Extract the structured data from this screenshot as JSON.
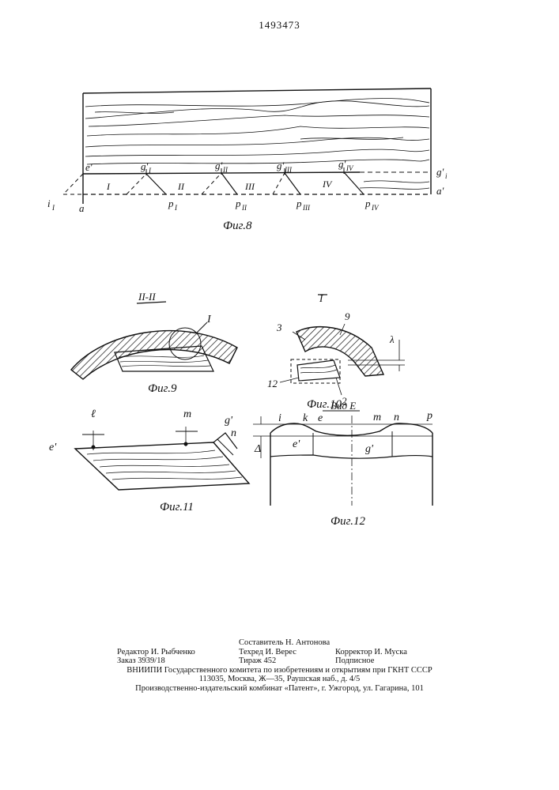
{
  "page_number": "1493473",
  "figures": {
    "fig8": {
      "caption": "Фиг.8",
      "labels": {
        "e": "e'",
        "g1": "g'",
        "g1_sub": "I",
        "g2": "g'",
        "g2_sub": "II",
        "g3": "g'",
        "g3_sub": "III",
        "g4": "g'",
        "g4_sub": "IV",
        "gi": "g'",
        "gi_sub": "i",
        "a_prime": "a'",
        "a": "a",
        "i": "i",
        "i_sub": "I",
        "p1": "p",
        "p1_sub": "I",
        "p2": "p",
        "p2_sub": "II",
        "p3": "p",
        "p3_sub": "III",
        "p4": "p",
        "p4_sub": "IV",
        "seg1": "I",
        "seg2": "II",
        "seg3": "III",
        "seg4": "IV"
      }
    },
    "fig9": {
      "caption": "Фиг.9",
      "section": "II-II",
      "callout": "I"
    },
    "fig10": {
      "caption": "Фиг.10",
      "view": "I",
      "label3": "3",
      "label9": "9",
      "label12": "12",
      "label2": "2",
      "lambda": "λ"
    },
    "fig11": {
      "caption": "Фиг.11",
      "l": "ℓ",
      "m": "m",
      "g": "g'",
      "n": "n",
      "e": "e'"
    },
    "fig12": {
      "caption": "Фиг.12",
      "view": "Вид Е",
      "i": "i",
      "k": "k",
      "e": "e",
      "m": "m",
      "n": "n",
      "p": "p",
      "e_prime": "e'",
      "g_prime": "g'",
      "delta": "Δ"
    }
  },
  "footer": {
    "compiler": "Составитель Н. Антонова",
    "editor": "Редактор И. Рыбченко",
    "techred": "Техред И. Верес",
    "corrector": "Корректор И. Муска",
    "order": "Заказ 3939/18",
    "circulation": "Тираж 452",
    "subscription": "Подписное",
    "institute": "ВНИИПИ Государственного комитета по изобретениям и открытиям при ГКНТ СССР",
    "address": "113035, Москва, Ж—35, Раушская наб., д. 4/5",
    "publisher": "Производственно-издательский комбинат «Патент», г. Ужгород, ул. Гагарина, 101"
  }
}
